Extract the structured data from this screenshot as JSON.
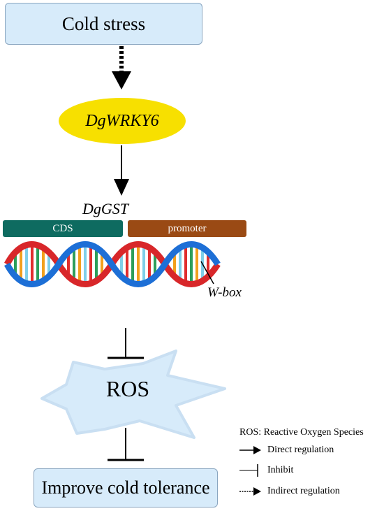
{
  "nodes": {
    "cold_stress": "Cold stress",
    "transcription_factor": "DgWRKY6",
    "target_gene": "DgGST",
    "cds": "CDS",
    "promoter": "promoter",
    "wbox": "W-box",
    "ros": "ROS",
    "outcome": "Improve cold tolerance"
  },
  "legend": {
    "title": "ROS: Reactive Oxygen Species",
    "items": [
      {
        "type": "arrow",
        "label": "Direct regulation"
      },
      {
        "type": "inhibit",
        "label": "Inhibit"
      },
      {
        "type": "dotted-arrow",
        "label": "Indirect regulation"
      }
    ]
  },
  "colors": {
    "box_fill": "#d7ebfa",
    "ellipse_fill": "#f7e000",
    "cds_bar": "#0e6b60",
    "promoter_bar": "#9a4a14",
    "dna_strand_red": "#d8272a",
    "dna_strand_blue": "#1d6fd6",
    "ros_fill": "#d7ebfa"
  }
}
